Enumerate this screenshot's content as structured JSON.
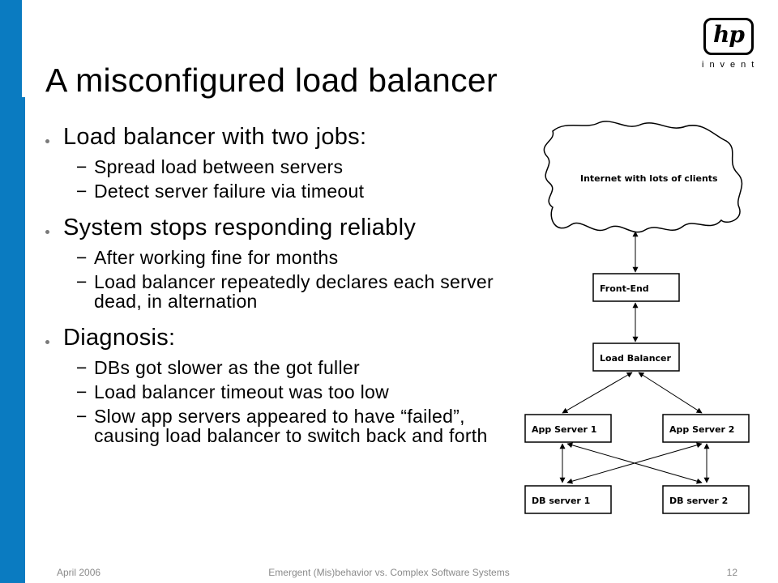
{
  "slide": {
    "title": "A misconfigured load balancer",
    "bullets": [
      {
        "text": "Load balancer with two jobs:",
        "subs": [
          "Spread load between servers",
          "Detect server failure via timeout"
        ]
      },
      {
        "text": "System stops responding reliably",
        "subs": [
          "After working fine for months",
          "Load balancer repeatedly declares each server dead, in alternation"
        ]
      },
      {
        "text": "Diagnosis:",
        "subs": [
          "DBs got slower as the got fuller",
          "Load balancer timeout was too low",
          "Slow app servers appeared to have “failed”, causing load balancer to switch back and forth"
        ]
      }
    ],
    "sub_bullet_marker": "−"
  },
  "logo": {
    "mark": "hp",
    "tagline": "invent"
  },
  "diagram": {
    "cloud_label": "Internet with lots of clients",
    "front_end": "Front-End",
    "load_balancer": "Load Balancer",
    "app_server_1": "App Server 1",
    "app_server_2": "App Server 2",
    "db_server_1": "DB server 1",
    "db_server_2": "DB server 2"
  },
  "footer": {
    "date": "April 2006",
    "center": "Emergent (Mis)behavior vs. Complex Software Systems",
    "page": "12"
  },
  "colors": {
    "accent_bar": "#0a7bc1",
    "footer_text": "#8a8a8a",
    "bullet_dot": "#7a7a7a"
  }
}
